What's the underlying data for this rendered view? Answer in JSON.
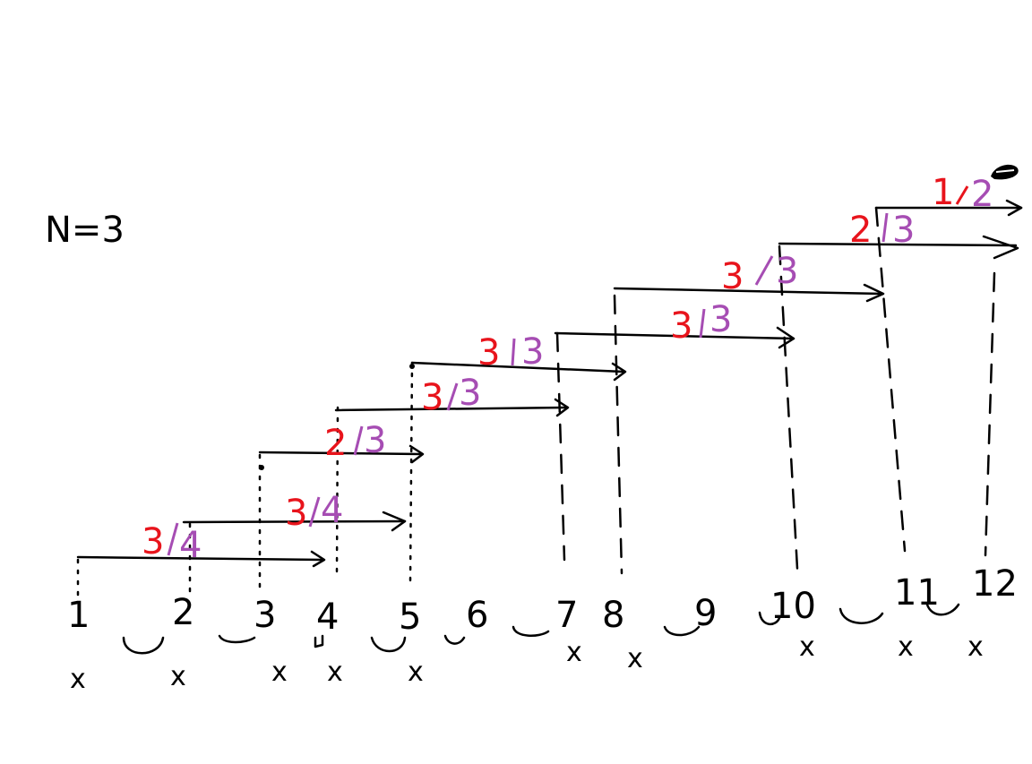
{
  "header": {
    "n_label": "N=3"
  },
  "numbers": [
    "1",
    "2",
    "3",
    "4",
    "5",
    "6",
    "7",
    "8",
    "9",
    "10",
    "11",
    "12"
  ],
  "marks": [
    "x",
    "x",
    "x",
    "x",
    "x",
    "x",
    "x",
    "x",
    "x",
    "x"
  ],
  "spans": [
    {
      "red": "3",
      "purple": "4"
    },
    {
      "red": "3",
      "purple": "4"
    },
    {
      "red": "2",
      "purple": "3"
    },
    {
      "red": "3",
      "purple": "3"
    },
    {
      "red": "3",
      "purple": "3"
    },
    {
      "red": "3",
      "purple": "3"
    },
    {
      "red": "3",
      "purple": "3"
    },
    {
      "red": "2",
      "purple": "3"
    },
    {
      "red": "1",
      "purple": "2"
    }
  ],
  "colors": {
    "ink": "#000000",
    "numerator": "#e8141c",
    "denominator": "#a64db3",
    "background": "#ffffff"
  },
  "icons": {
    "corner": "scribble-icon"
  }
}
